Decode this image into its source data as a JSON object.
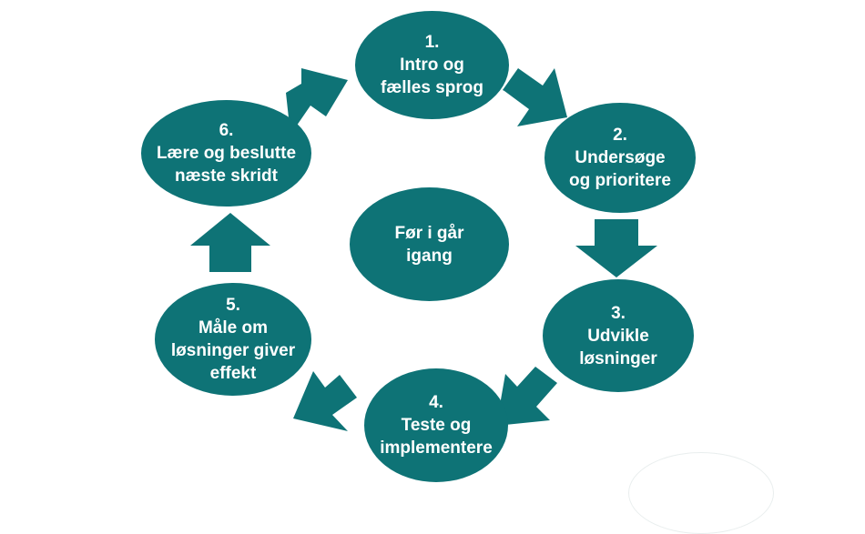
{
  "diagram": {
    "accent_color": "#0e7376",
    "center": "Før i går\nigang",
    "steps": [
      "1.\nIntro og\nfælles sprog",
      "2.\nUndersøge\nog prioritere",
      "3.\nUdvikle\nløsninger",
      "4.\nTeste og\nimplementere",
      "5.\nMåle om\nløsninger giver\neffekt",
      "6.\nLære og beslutte\nnæste skridt"
    ]
  }
}
